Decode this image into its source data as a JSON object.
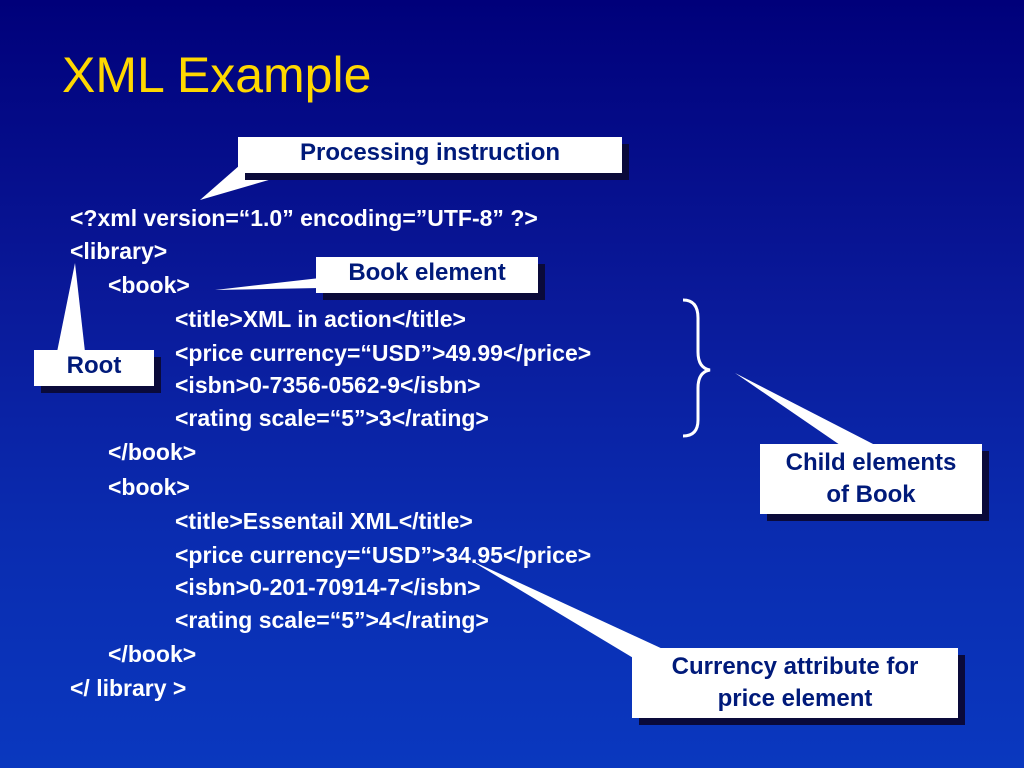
{
  "slide": {
    "title": "XML Example",
    "code_lines": [
      "<?xml version=“1.0” encoding=”UTF-8” ?>",
      "<library>",
      "<book>",
      "<title>XML in action</title>",
      "<price currency=“USD”>49.99</price>",
      "<isbn>0-7356-0562-9</isbn>",
      "<rating scale=“5”>3</rating>",
      "</book>",
      "<book>",
      "<title>Essentail XML</title>",
      "<price currency=“USD”>34.95</price>",
      "<isbn>0-201-70914-7</isbn>",
      "<rating scale=“5”>4</rating>",
      "</book>",
      "</ library >"
    ],
    "callouts": {
      "processing_instruction": "Processing instruction",
      "book_element": "Book element",
      "root": "Root",
      "child_elements_line1": "Child elements",
      "child_elements_line2": "of Book",
      "currency_line1": "Currency attribute for",
      "currency_line2": "price element"
    }
  },
  "colors": {
    "title": "#ffd800",
    "code_text": "#ffffff",
    "callout_text": "#001a7a",
    "callout_fill": "#ffffff",
    "background_top": "#00007a",
    "background_bottom": "#0a38bf"
  }
}
